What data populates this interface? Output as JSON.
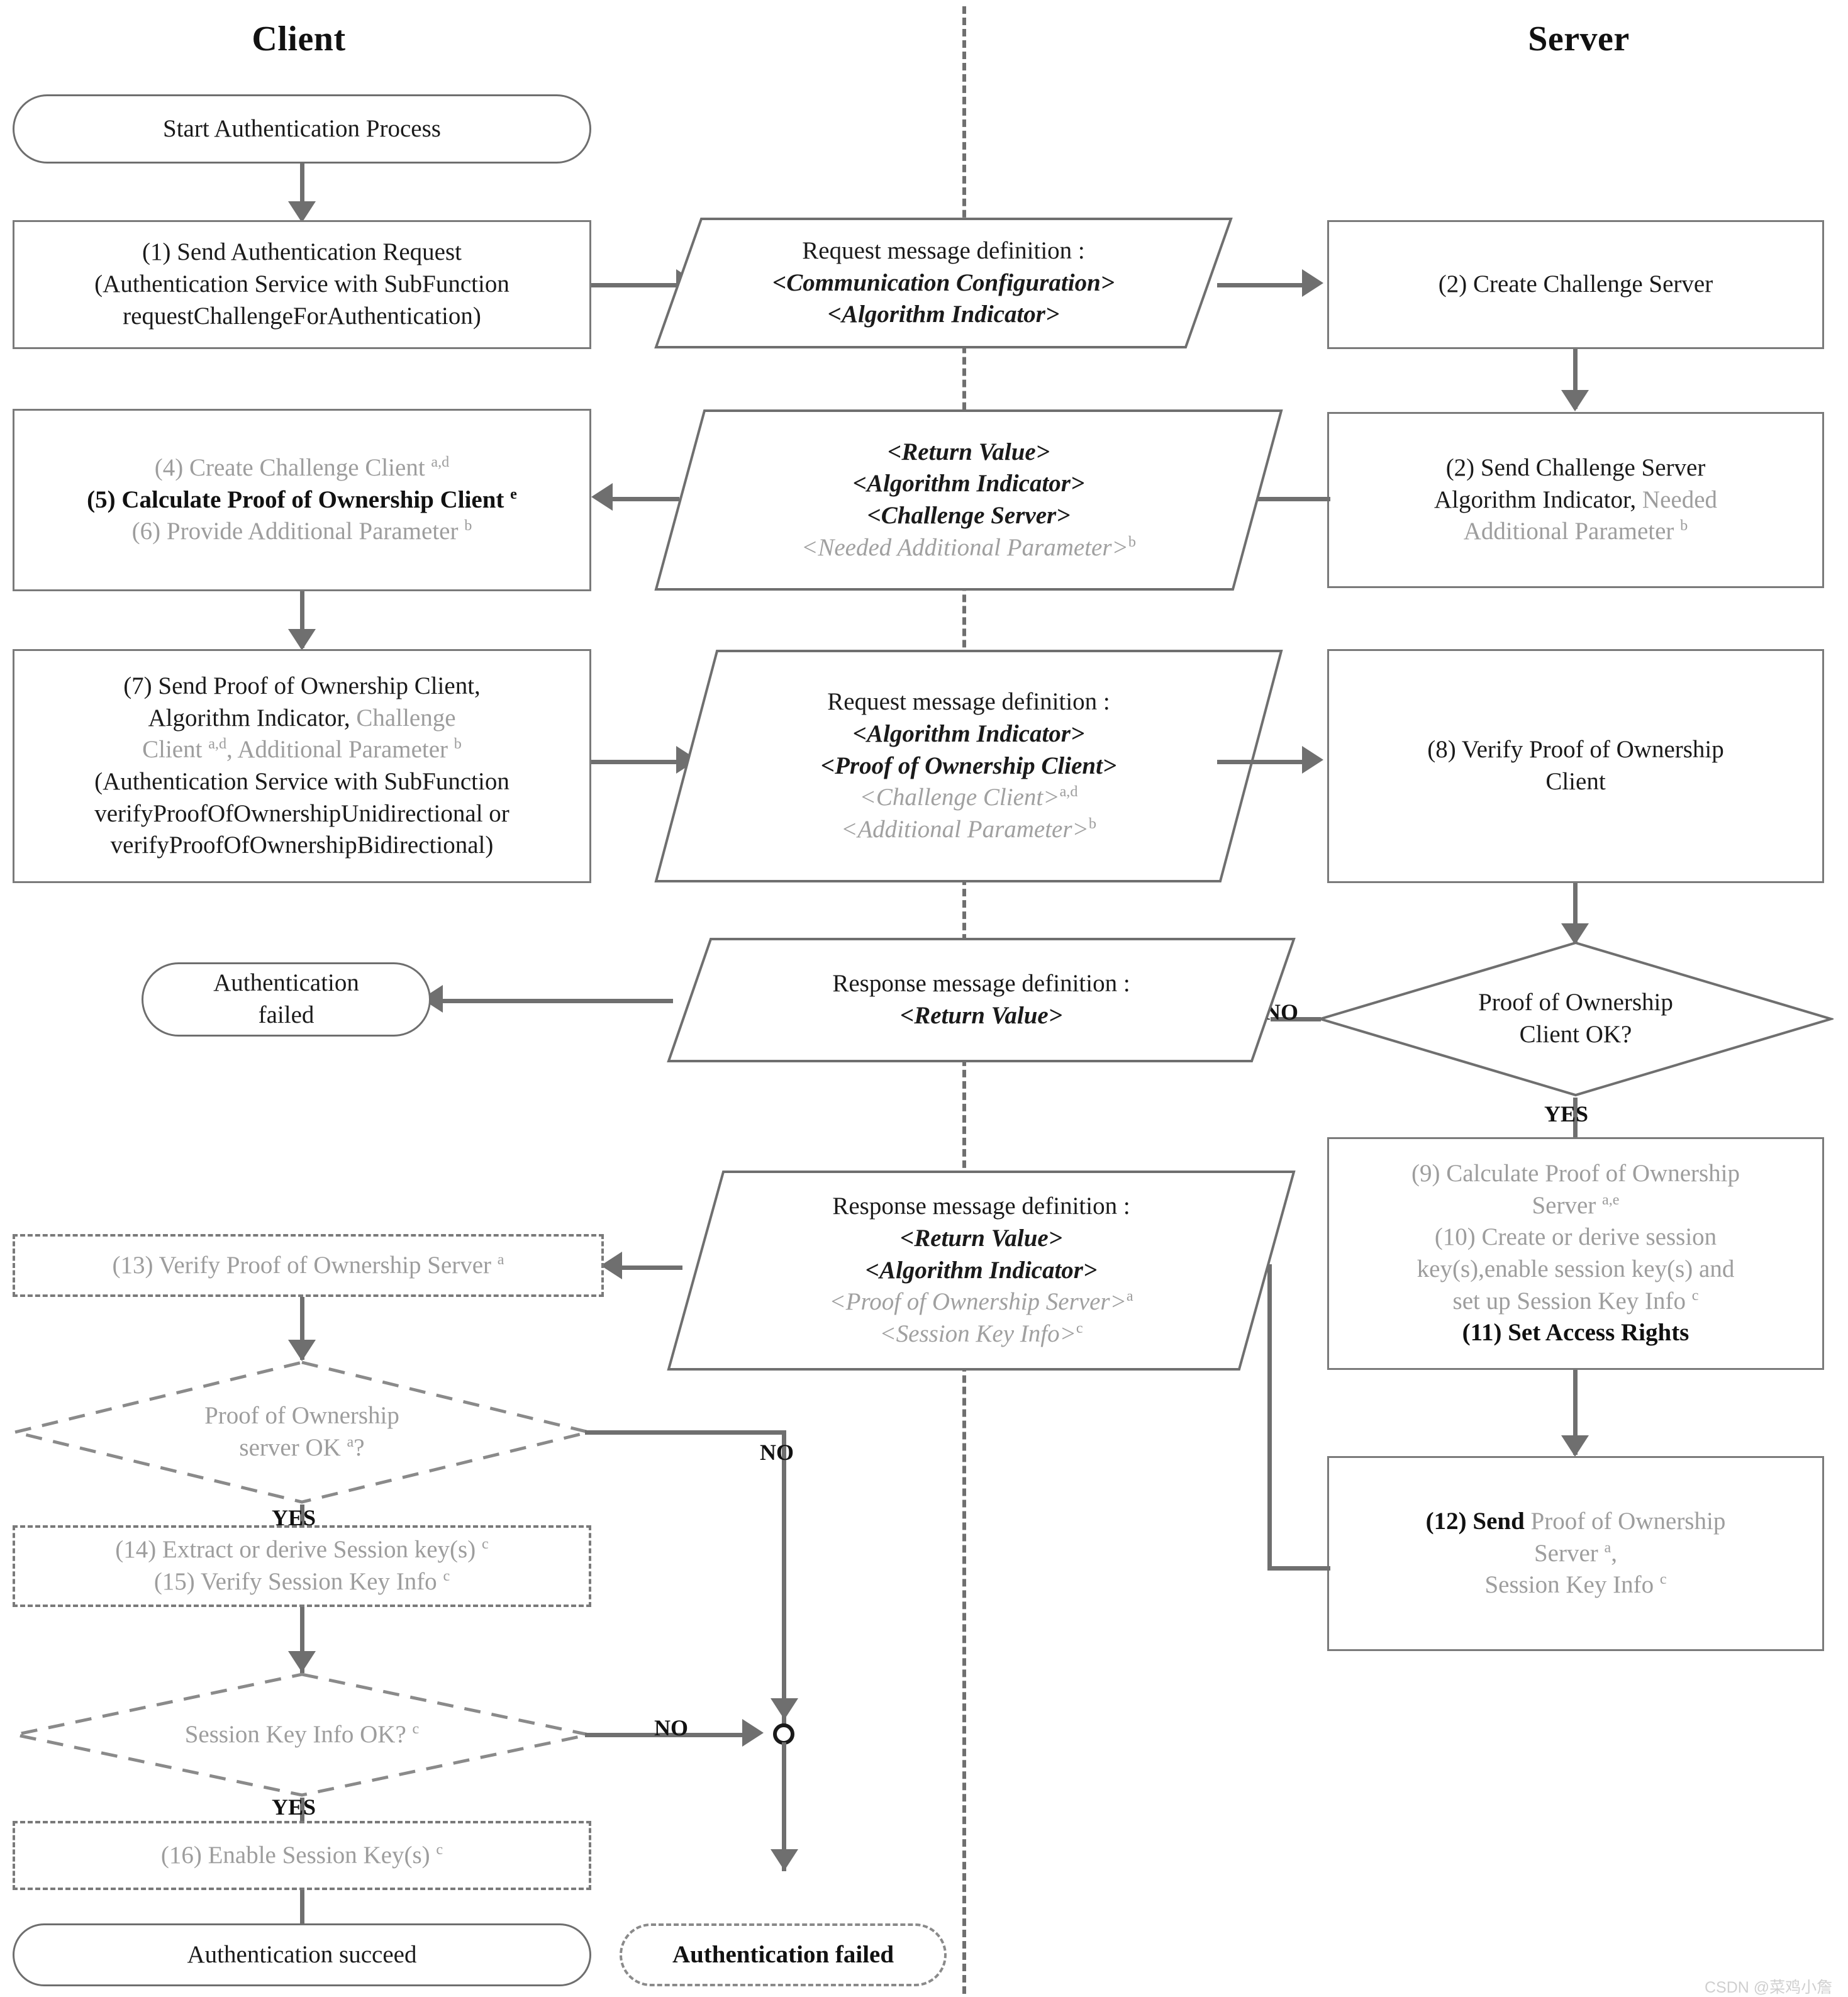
{
  "lanes": {
    "client": "Client",
    "server": "Server"
  },
  "nodes": {
    "start": "Start Authentication Process",
    "n1_l1": "(1) Send Authentication Request",
    "n1_l2": "(Authentication Service with SubFunction",
    "n1_l3": "requestChallengeForAuthentication)",
    "msg1_l1": "Request message definition :",
    "msg1_l2": "<Communication Configuration>",
    "msg1_l3": "<Algorithm Indicator>",
    "n2a": "(2) Create Challenge Server",
    "n2b_l1": "(2) Send Challenge Server",
    "n2b_l2a": "Algorithm Indicator, ",
    "n2b_l2b": "Needed",
    "n2b_l3": "Additional Parameter ",
    "n2b_l3_sup": "b",
    "n456_l1": "(4) Create Challenge Client ",
    "n456_l1_sup": "a,d",
    "n456_l2": "(5) Calculate Proof of Ownership Client ",
    "n456_l2_sup": "e",
    "n456_l3": "(6) Provide Additional Parameter ",
    "n456_l3_sup": "b",
    "msg2_l1": "<Return Value>",
    "msg2_l2": "<Algorithm Indicator>",
    "msg2_l3": "<Challenge Server>",
    "msg2_l4": "<Needed Additional Parameter>",
    "msg2_l4_sup": "b",
    "n7_l1": "(7) Send Proof of Ownership Client,",
    "n7_l2a": "Algorithm Indicator, ",
    "n7_l2b": "Challenge",
    "n7_l3a": "Client ",
    "n7_l3a_sup": "a,d",
    "n7_l3b": ", Additional Parameter ",
    "n7_l3b_sup": "b",
    "n7_l4": "(Authentication Service with SubFunction",
    "n7_l5": "verifyProofOfOwnershipUnidirectional or",
    "n7_l6": "verifyProofOfOwnershipBidirectional)",
    "msg3_l1": "Request  message definition :",
    "msg3_l2": "<Algorithm Indicator>",
    "msg3_l3": "<Proof of Ownership Client>",
    "msg3_l4": "<Challenge Client>",
    "msg3_l4_sup": "a,d",
    "msg3_l5": "<Additional Parameter>",
    "msg3_l5_sup": "b",
    "n8_l1": "(8) Verify Proof of Ownership",
    "n8_l2": "Client",
    "dec1_l1": "Proof of  Ownership",
    "dec1_l2": "Client OK?",
    "msg4_l1": "Response message definition :",
    "msg4_l2": "<Return Value>",
    "authfail_l1": "Authentication",
    "authfail_l2": "failed",
    "n9_11_l1": "(9) Calculate Proof of Ownership",
    "n9_11_l2": "Server ",
    "n9_11_l2_sup": "a,e",
    "n9_11_l3": "(10) Create or derive session",
    "n9_11_l4": "key(s),enable session key(s) and",
    "n9_11_l5": "set up Session Key Info ",
    "n9_11_l5_sup": "c",
    "n9_11_l6": "(11) Set Access Rights",
    "msg5_l1": "Response message definition :",
    "msg5_l2": "<Return Value>",
    "msg5_l3": "<Algorithm Indicator>",
    "msg5_l4": "<Proof of Ownership Server>",
    "msg5_l4_sup": "a",
    "msg5_l5": "<Session Key Info>",
    "msg5_l5_sup": "c",
    "n12_l1a": "(12)  Send",
    "n12_l1b": " Proof of Ownership",
    "n12_l2": "Server ",
    "n12_l2_sup": "a",
    "n12_l2_tail": ",",
    "n12_l3": "Session Key Info ",
    "n12_l3_sup": "c",
    "n13": "(13) Verify Proof of Ownership Server ",
    "n13_sup": "a",
    "dec2_l1": "Proof of Ownership",
    "dec2_l2": "server OK ",
    "dec2_l2_sup": "a",
    "dec2_l2_tail": "?",
    "n14_15_l1": "(14) Extract or derive Session key(s) ",
    "n14_15_l1_sup": "c",
    "n14_15_l2": "(15) Verify Session Key Info ",
    "n14_15_l2_sup": "c",
    "dec3": "Session Key Info OK? ",
    "dec3_sup": "c",
    "n16": "(16) Enable Session Key(s) ",
    "n16_sup": "c",
    "succeed": "Authentication succeed",
    "failed_dashed": "Authentication failed"
  },
  "edge_labels": {
    "no1": "NO",
    "yes1": "YES",
    "no2": "NO",
    "yes2": "YES",
    "no3": "NO",
    "yes3": "YES"
  },
  "watermark": "CSDN @菜鸡小詹",
  "colors": {
    "stroke": "#6f6f6f",
    "faded_text": "#9d9d9d",
    "strong_text": "#111111",
    "background": "#ffffff"
  }
}
